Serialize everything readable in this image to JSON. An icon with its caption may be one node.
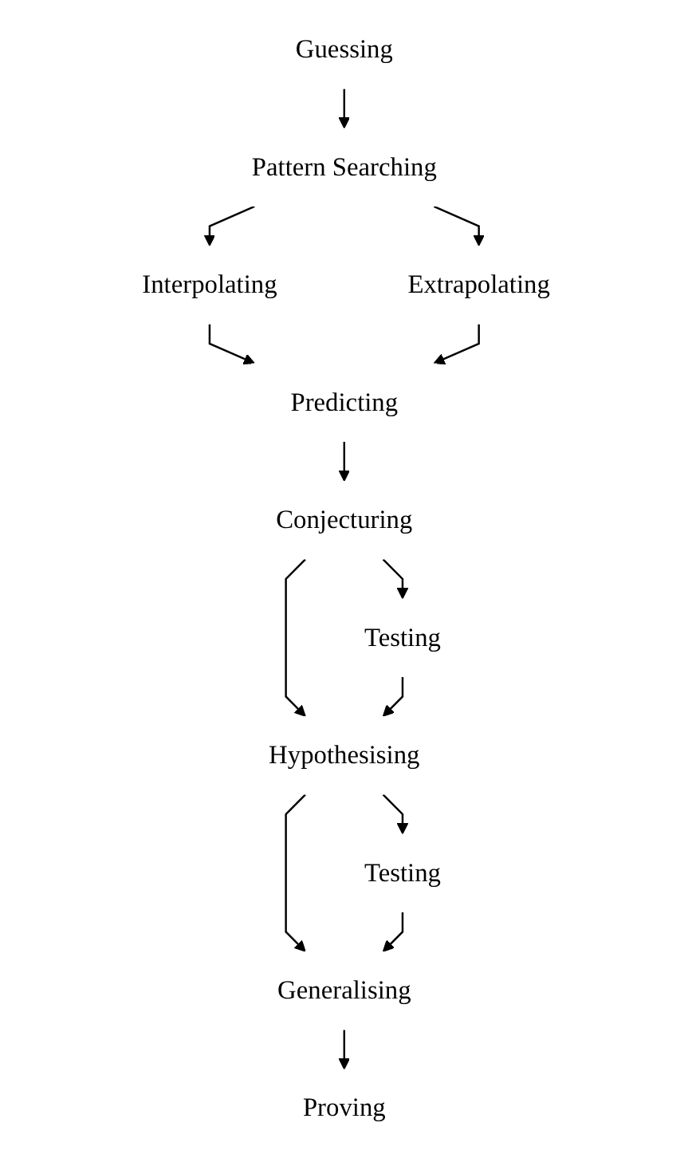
{
  "diagram": {
    "nodes": [
      {
        "text": [
          "Guessing"
        ]
      },
      {
        "text": [
          "Pattern Searching"
        ]
      },
      {
        "text": [
          "Interpolating"
        ]
      },
      {
        "text": [
          "Extrapolating"
        ]
      },
      {
        "text": [
          "Predicting"
        ]
      },
      {
        "text": [
          "Conjecturing"
        ]
      },
      {
        "text": [
          "Testing"
        ]
      },
      {
        "text": [
          "Hypothesising"
        ]
      },
      {
        "text": [
          "Testing"
        ]
      },
      {
        "text": [
          "Generalising"
        ]
      },
      {
        "text": [
          "Proving"
        ]
      }
    ],
    "edges": [
      {
        "from": 0,
        "to": 1,
        "arrow": "to"
      },
      {
        "from": 1,
        "to": 2,
        "arrow": "to"
      },
      {
        "from": 1,
        "to": 3,
        "arrow": "to"
      },
      {
        "from": 2,
        "to": 4,
        "arrow": "to"
      },
      {
        "from": 3,
        "to": 4,
        "arrow": "to"
      },
      {
        "from": 4,
        "to": 5,
        "arrow": "to"
      },
      {
        "from": 5,
        "to": 6,
        "arrow": "to"
      },
      {
        "from": 5,
        "to": 7,
        "arrow": "to"
      },
      {
        "from": 6,
        "to": 7,
        "arrow": "to"
      },
      {
        "from": 7,
        "to": 8,
        "arrow": "to"
      },
      {
        "from": 7,
        "to": 9,
        "arrow": "to"
      },
      {
        "from": 8,
        "to": 9,
        "arrow": "to"
      },
      {
        "from": 9,
        "to": 10,
        "arrow": "to"
      }
    ]
  }
}
